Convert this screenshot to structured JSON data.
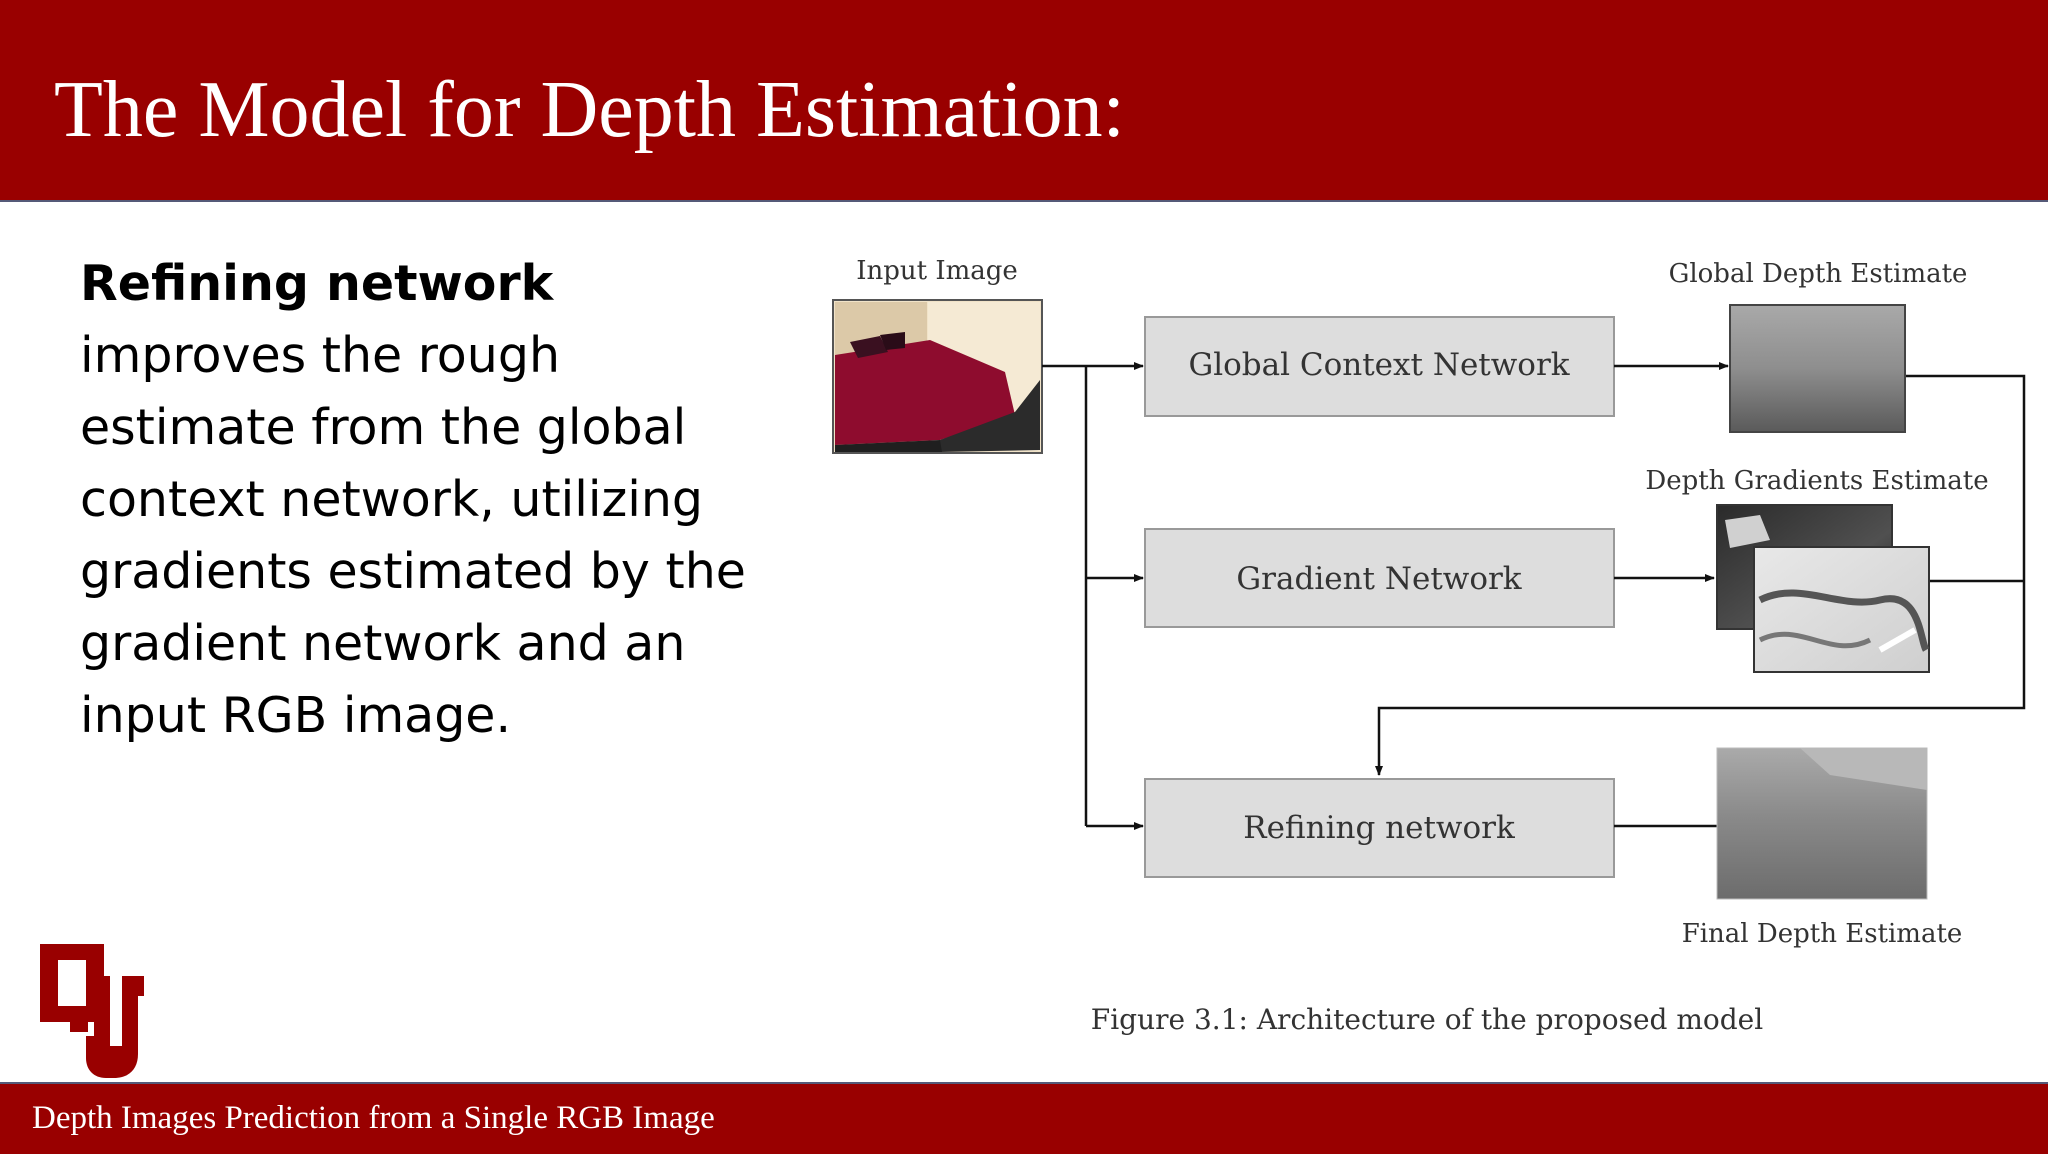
{
  "slide": {
    "title": "The Model for Depth Estimation:",
    "footer": "Depth Images Prediction from a Single RGB Image"
  },
  "content": {
    "heading": "Refining network",
    "paragraph": "improves the rough estimate from the global context network, utilizing gradients estimated by the gradient network and an input RGB image."
  },
  "diagram": {
    "input_label": "Input Image",
    "global_box": "Global Context Network",
    "gradient_box": "Gradient Network",
    "refining_box": "Refining network",
    "global_output_label": "Global Depth Estimate",
    "gradient_output_label": "Depth Gradients Estimate",
    "final_output_label": "Final Depth Estimate",
    "caption": "Figure 3.1: Architecture of the proposed model"
  },
  "colors": {
    "brand": "#990000",
    "box_fill": "#dddddd",
    "box_stroke": "#999999",
    "line": "#111111"
  },
  "logo": {
    "icon": "ou-logo"
  }
}
